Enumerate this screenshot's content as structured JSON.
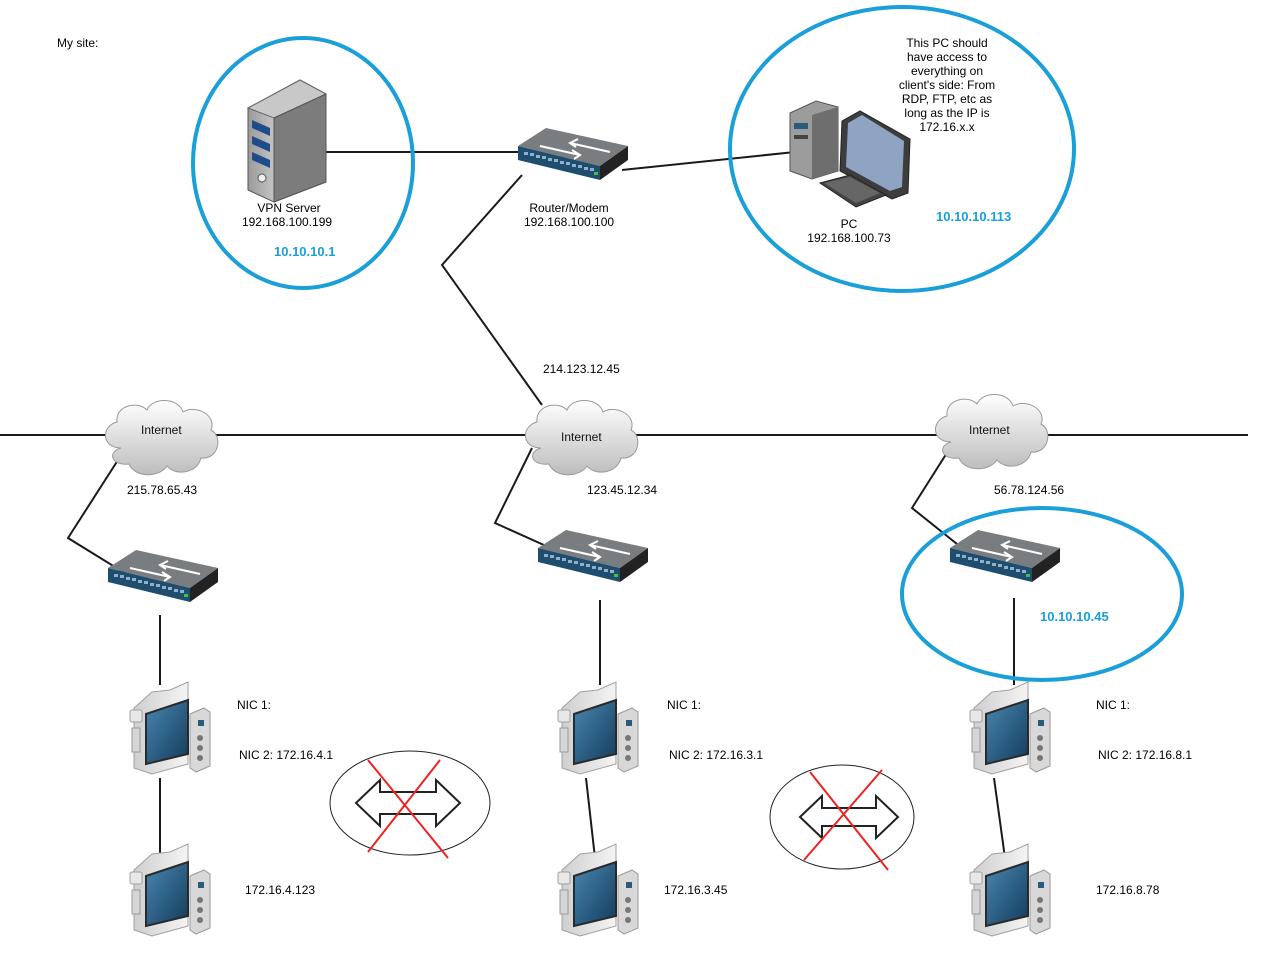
{
  "site_label": "My site:",
  "vpn_server": {
    "name": "VPN Server",
    "ip": "192.168.100.199",
    "vpn_ip": "10.10.10.1"
  },
  "router": {
    "name": "Router/Modem",
    "ip": "192.168.100.100",
    "wan_ip": "214.123.12.45"
  },
  "pc": {
    "name": "PC",
    "ip": "192.168.100.73",
    "vpn_ip": "10.10.10.113",
    "note": "This PC should have access to everything on client's side: From RDP, FTP, etc as long as the IP is 172.16.x.x"
  },
  "internet_label": "Internet",
  "clients": [
    {
      "public_ip": "215.78.65.43",
      "nic1": "NIC 1:",
      "nic2": "NIC 2: 172.16.4.1",
      "host_ip": "172.16.4.123"
    },
    {
      "public_ip": "123.45.12.34",
      "nic1": "NIC 1:",
      "nic2": "NIC 2: 172.16.3.1",
      "host_ip": "172.16.3.45"
    },
    {
      "public_ip": "56.78.124.56",
      "nic1": "NIC 1:",
      "nic2": "NIC 2: 172.16.8.1",
      "host_ip": "172.16.8.78",
      "vpn_ip": "10.10.10.45"
    }
  ],
  "colors": {
    "highlight": "#1a9fd8",
    "cross": "#ee2222",
    "line": "#1a1a1a"
  }
}
